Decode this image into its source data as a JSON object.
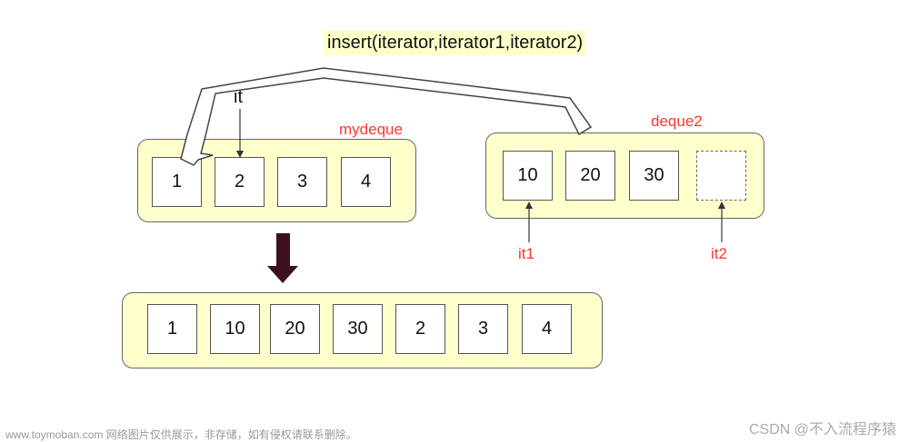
{
  "function_call": "insert(iterator,iterator1,iterator2)",
  "mydeque": {
    "label": "mydeque",
    "values": [
      "1",
      "2",
      "3",
      "4"
    ],
    "iterator_label": "it"
  },
  "deque2": {
    "label": "deque2",
    "values": [
      "10",
      "20",
      "30",
      ""
    ],
    "iterator1_label": "it1",
    "iterator2_label": "it2"
  },
  "result": {
    "values": [
      "1",
      "10",
      "20",
      "30",
      "2",
      "3",
      "4"
    ]
  },
  "colors": {
    "container_fill": "#ffffcc",
    "label_red": "#ff3333",
    "arrow_dark": "#3d0f1f"
  },
  "watermark": {
    "left": "www.toymoban.com 网络图片仅供展示，非存储，如有侵权请联系删除。",
    "right": "CSDN @不入流程序猿"
  }
}
